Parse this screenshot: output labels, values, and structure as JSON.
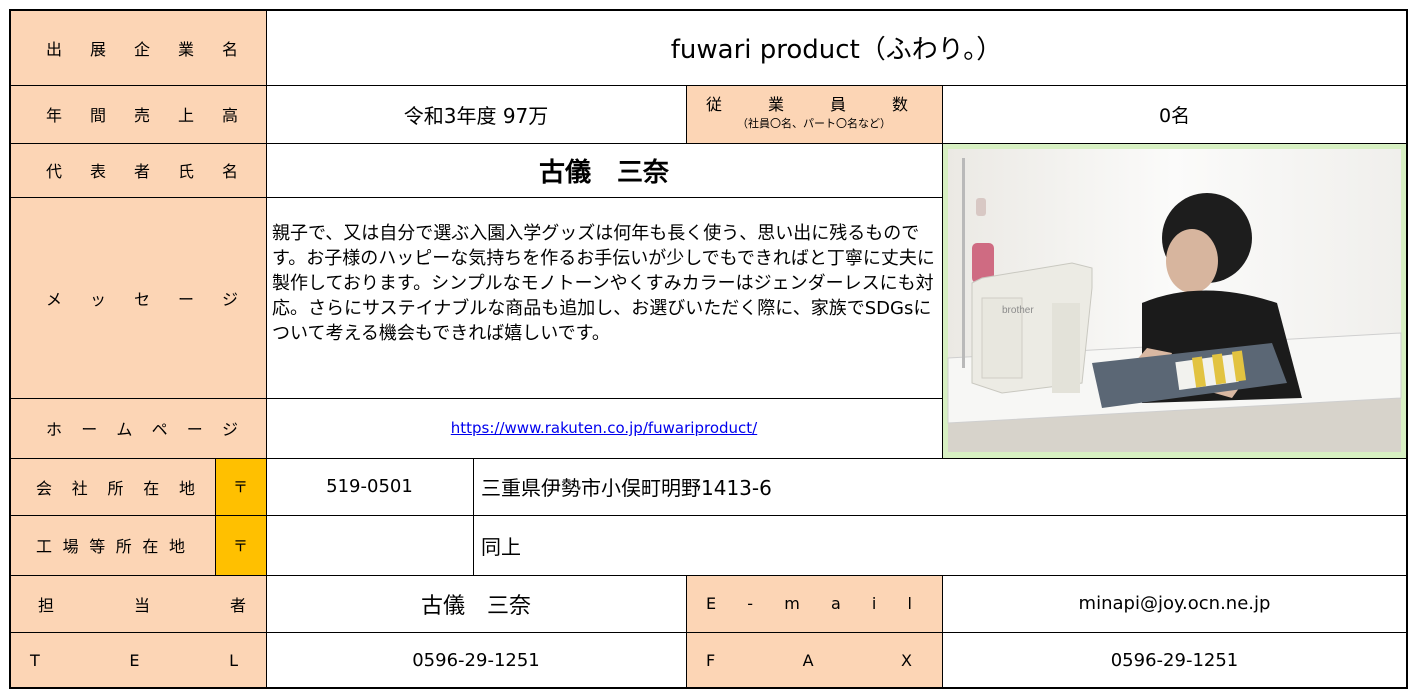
{
  "labels": {
    "company_name": "出展企業名",
    "annual_sales": "年間売上高",
    "employees": "従業員数",
    "employees_note": "（社員〇名、パート〇名など）",
    "representative": "代表者氏名",
    "message": "メッセージ",
    "homepage": "ホームページ",
    "office_address": "会社所在地",
    "factory_address": "工場等所在地",
    "postal_mark": "〒",
    "contact_person": "担当者",
    "email": "E-mail",
    "tel": "TEL",
    "fax": "FAX"
  },
  "values": {
    "company_name": "fuwari product（ふわり。）",
    "annual_sales": "令和3年度 97万",
    "employees": "0名",
    "representative": "古儀　三奈",
    "message": "親子で、又は自分で選ぶ入園入学グッズは何年も長く使う、思い出に残るものです。お子様のハッピーな気持ちを作るお手伝いが少しでもできればと丁寧に丈夫に製作しております。シンプルなモノトーンやくすみカラーはジェンダーレスにも対応。さらにサステイナブルな商品も追加し、お選びいただく際に、家族でSDGsについて考える機会もできれば嬉しいです。",
    "homepage": "https://www.rakuten.co.jp/fuwariproduct/",
    "office_postal": "519-0501",
    "office_address": "三重県伊勢市小俣町明野1413-6",
    "factory_postal": "",
    "factory_address": "同上",
    "contact_person": "古儀　三奈",
    "email": "minapi@joy.ocn.ne.jp",
    "tel": "0596-29-1251",
    "fax": "0596-29-1251"
  },
  "photo": {
    "subject": "person-at-sewing-machine",
    "frame_color": "#d7f0c2"
  },
  "colors": {
    "label_bg": "#fcd5b5",
    "postal_bg": "#ffc000",
    "border": "#000000",
    "link": "#0000ee"
  }
}
